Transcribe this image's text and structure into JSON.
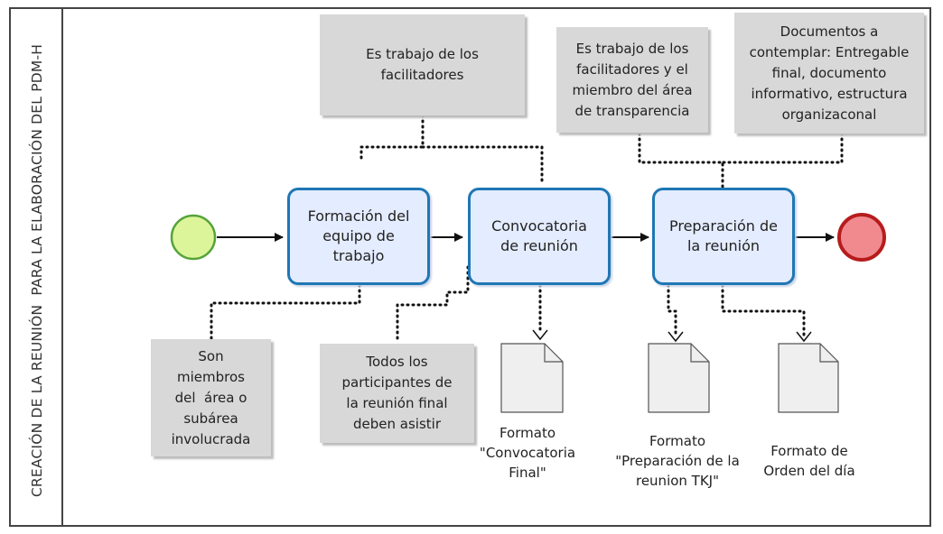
{
  "lane": {
    "label": "CREACIÓN DE LA REUNIÓN  PARA LA ELABORACIÓN DEL PDM-H"
  },
  "tasks": [
    {
      "label": "Formación del\nequipo de\ntrabajo"
    },
    {
      "label": "Convocatoria\nde reunión"
    },
    {
      "label": "Preparación de\nla reunión"
    }
  ],
  "notes": [
    {
      "text": "Es trabajo de los\nfacilitadores"
    },
    {
      "text": "Es trabajo de los\nfacilitadores y el\nmiembro del área\nde transparencia"
    },
    {
      "text": "Documentos a\ncontemplar: Entregable\nfinal, documento\ninformativo, estructura\norganizaconal"
    },
    {
      "text": "Son\nmiembros\ndel  área o\nsubárea\ninvolucrada"
    },
    {
      "text": "Todos los\nparticipantes de\nla reunión final\ndeben asistir"
    }
  ],
  "documents": [
    {
      "label": "Formato\n\"Convocatoria\nFinal\""
    },
    {
      "label": "Formato\n\"Preparación de la\nreunion TKJ\""
    },
    {
      "label": "Formato de\nOrden del día"
    }
  ],
  "colors": {
    "start_event": "#ddf59a",
    "end_event": "#f08a8f",
    "task_fill": "#e4ecff",
    "task_border": "#1f77b4",
    "note_fill": "#d8d8d8"
  }
}
